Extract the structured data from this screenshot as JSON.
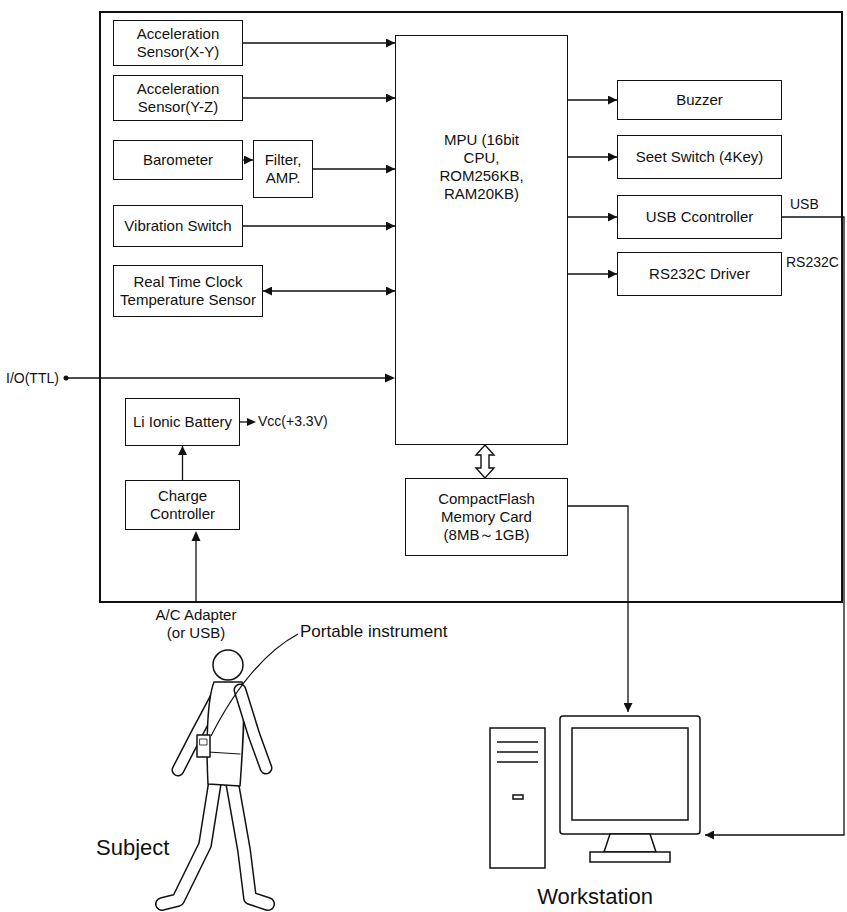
{
  "diagram": {
    "nodes": [
      {
        "text": [
          "Acceleration Sensor(X-Y)"
        ]
      },
      {
        "text": [
          "Acceleration Sensor(Y-Z)"
        ]
      },
      {
        "text": [
          "Barometer"
        ]
      },
      {
        "text": [
          "Filter, AMP."
        ]
      },
      {
        "text": [
          "Vibration Switch"
        ]
      },
      {
        "text": [
          "Real Time Clock Temperature Sensor"
        ]
      },
      {
        "text": [
          "MPU (16bit CPU, ROM256KB, RAM20KB)"
        ]
      },
      {
        "text": [
          "Buzzer"
        ]
      },
      {
        "text": [
          "Seet Switch (4Key)"
        ]
      },
      {
        "text": [
          "USB Ccontroller"
        ]
      },
      {
        "text": [
          "RS232C Driver"
        ]
      },
      {
        "text": [
          "Li Ionic Battery"
        ]
      },
      {
        "text": [
          "Charge Controller"
        ]
      },
      {
        "text": [
          "CompactFlash Memory Card (8MB～1GB)"
        ]
      },
      {
        "text": [
          "Workstation"
        ]
      }
    ],
    "edges": [
      {
        "from": 0,
        "to": 6,
        "arrow": "to"
      },
      {
        "from": 1,
        "to": 6,
        "arrow": "to"
      },
      {
        "from": 2,
        "to": 3,
        "arrow": "to"
      },
      {
        "from": 3,
        "to": 6,
        "arrow": "to"
      },
      {
        "from": 4,
        "to": 6,
        "arrow": "to"
      },
      {
        "from": 5,
        "to": 6,
        "arrow": "both"
      },
      {
        "from": 6,
        "to": 7,
        "arrow": "to"
      },
      {
        "from": 6,
        "to": 8,
        "arrow": "to"
      },
      {
        "from": 6,
        "to": 9,
        "arrow": "to"
      },
      {
        "from": 6,
        "to": 10,
        "arrow": "to"
      },
      {
        "from": 6,
        "to": 13,
        "arrow": "both"
      },
      {
        "from": 12,
        "to": 11,
        "arrow": "to"
      },
      {
        "from": 13,
        "to": 14,
        "arrow": "to"
      },
      {
        "from": 9,
        "to": 14,
        "arrow": "to"
      }
    ],
    "labels": [
      "Vcc(+3.3V)",
      "USB",
      "RS232C",
      "I/O(TTL)",
      "A/C Adapter (or USB)",
      "Portable instrument",
      "Subject"
    ]
  }
}
